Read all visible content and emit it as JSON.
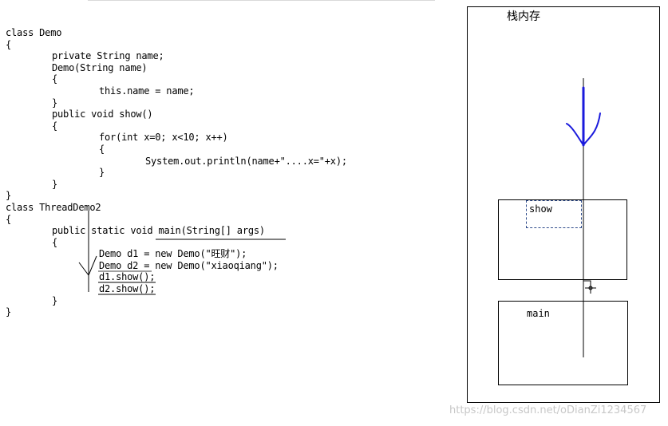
{
  "code_lines": [
    {
      "indent": 0,
      "text": "class Demo"
    },
    {
      "indent": 0,
      "text": "{"
    },
    {
      "indent": 1,
      "text": "private String name;"
    },
    {
      "indent": 1,
      "text": "Demo(String name)"
    },
    {
      "indent": 1,
      "text": "{"
    },
    {
      "indent": 2,
      "text": "this.name = name;"
    },
    {
      "indent": 1,
      "text": "}"
    },
    {
      "indent": 1,
      "text": "public void show()"
    },
    {
      "indent": 1,
      "text": "{"
    },
    {
      "indent": 2,
      "text": "for(int x=0; x<10; x++)"
    },
    {
      "indent": 2,
      "text": "{"
    },
    {
      "indent": 3,
      "text": "System.out.println(name+\"....x=\"+x);"
    },
    {
      "indent": 2,
      "text": "}"
    },
    {
      "indent": 1,
      "text": "}"
    },
    {
      "indent": 0,
      "text": "}"
    },
    {
      "indent": 0,
      "text": "class ThreadDemo2"
    },
    {
      "indent": 0,
      "text": "{"
    },
    {
      "indent": 1,
      "text": "public static void main(String[] args)"
    },
    {
      "indent": 1,
      "text": "{"
    },
    {
      "indent": 2,
      "text": "Demo d1 = new Demo(\"旺财\");"
    },
    {
      "indent": 2,
      "text": "Demo d2 = new Demo(\"xiaoqiang\");"
    },
    {
      "indent": 2,
      "text": "d1.show();"
    },
    {
      "indent": 2,
      "text": "d2.show();"
    },
    {
      "indent": 1,
      "text": "}"
    },
    {
      "indent": 0,
      "text": "}"
    }
  ],
  "stack": {
    "title": "栈内存",
    "frames": [
      "show",
      "main"
    ]
  },
  "watermark": "https://blog.csdn.net/oDianZi1234567",
  "colors": {
    "annotation_blue": "#1a1adc",
    "frame_dash": "#2e4b8a"
  }
}
